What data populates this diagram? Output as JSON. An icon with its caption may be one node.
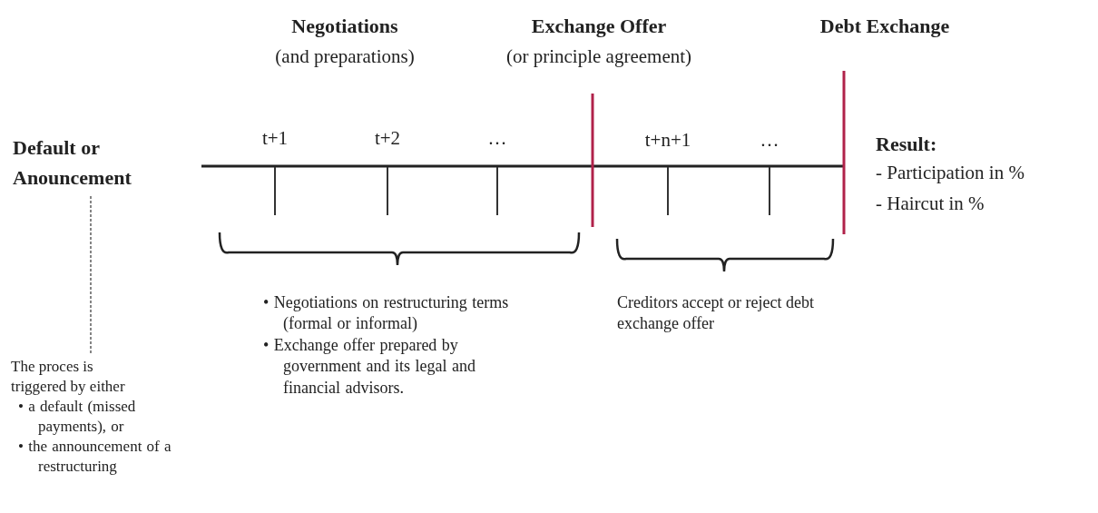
{
  "diagram": {
    "nodes": [
      {
        "text": [
          "Default or Anouncement"
        ]
      },
      {
        "text": [
          "The proces is triggered by either",
          "• a default (missed payments), or",
          "• the announcement of a restructuring"
        ]
      }
    ],
    "edges": [
      {
        "from": 0,
        "to": 1,
        "arrow": "none",
        "style": "dashed"
      }
    ],
    "labels": [
      "Negotiations",
      "(and preparations)",
      "Exchange Offer",
      "(or principle agreement)",
      "Debt Exchange",
      "t+1",
      "t+2",
      "…",
      "t+n+1",
      "…",
      "Result:",
      "- Participation in %",
      "- Haircut in %",
      "• Negotiations on restructuring terms (formal or informal)",
      "• Exchange offer prepared by government and its legal and financial advisors.",
      "Creditors accept or reject debt exchange offer"
    ]
  }
}
